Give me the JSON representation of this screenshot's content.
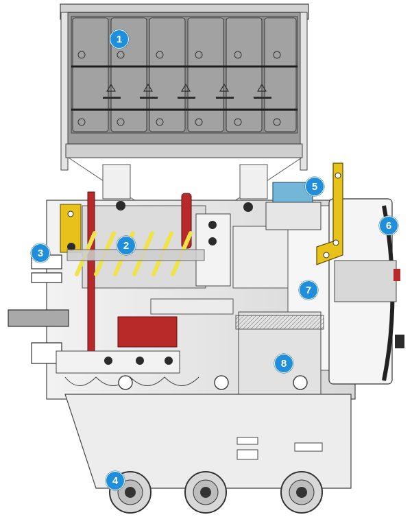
{
  "callouts": [
    "1",
    "2",
    "3",
    "4",
    "5",
    "6",
    "7",
    "8"
  ],
  "colors": {
    "callout": "#1f8fdc",
    "spring": "#f0e24a",
    "red_part": "#b82a2a",
    "yellow_lever": "#e8c21a",
    "sheet_metal": "#e6e6e6",
    "housing_grey": "#9a9a9a",
    "dark_part": "#2b2b2b",
    "blue_part": "#74b6d8"
  }
}
